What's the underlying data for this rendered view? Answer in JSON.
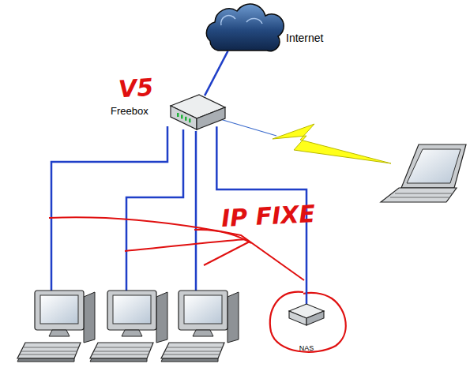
{
  "diagram": {
    "nodes": [
      {
        "text": [
          "Internet"
        ]
      },
      {
        "text": [
          "Freebox"
        ]
      },
      {
        "text": [
          "NAS"
        ]
      }
    ],
    "edges": [
      {
        "from": 0,
        "to": 1,
        "arrow": "none"
      },
      {
        "from": 1,
        "to": 2,
        "arrow": "none"
      }
    ],
    "labels": [
      "V5",
      "IP FIXE"
    ]
  }
}
